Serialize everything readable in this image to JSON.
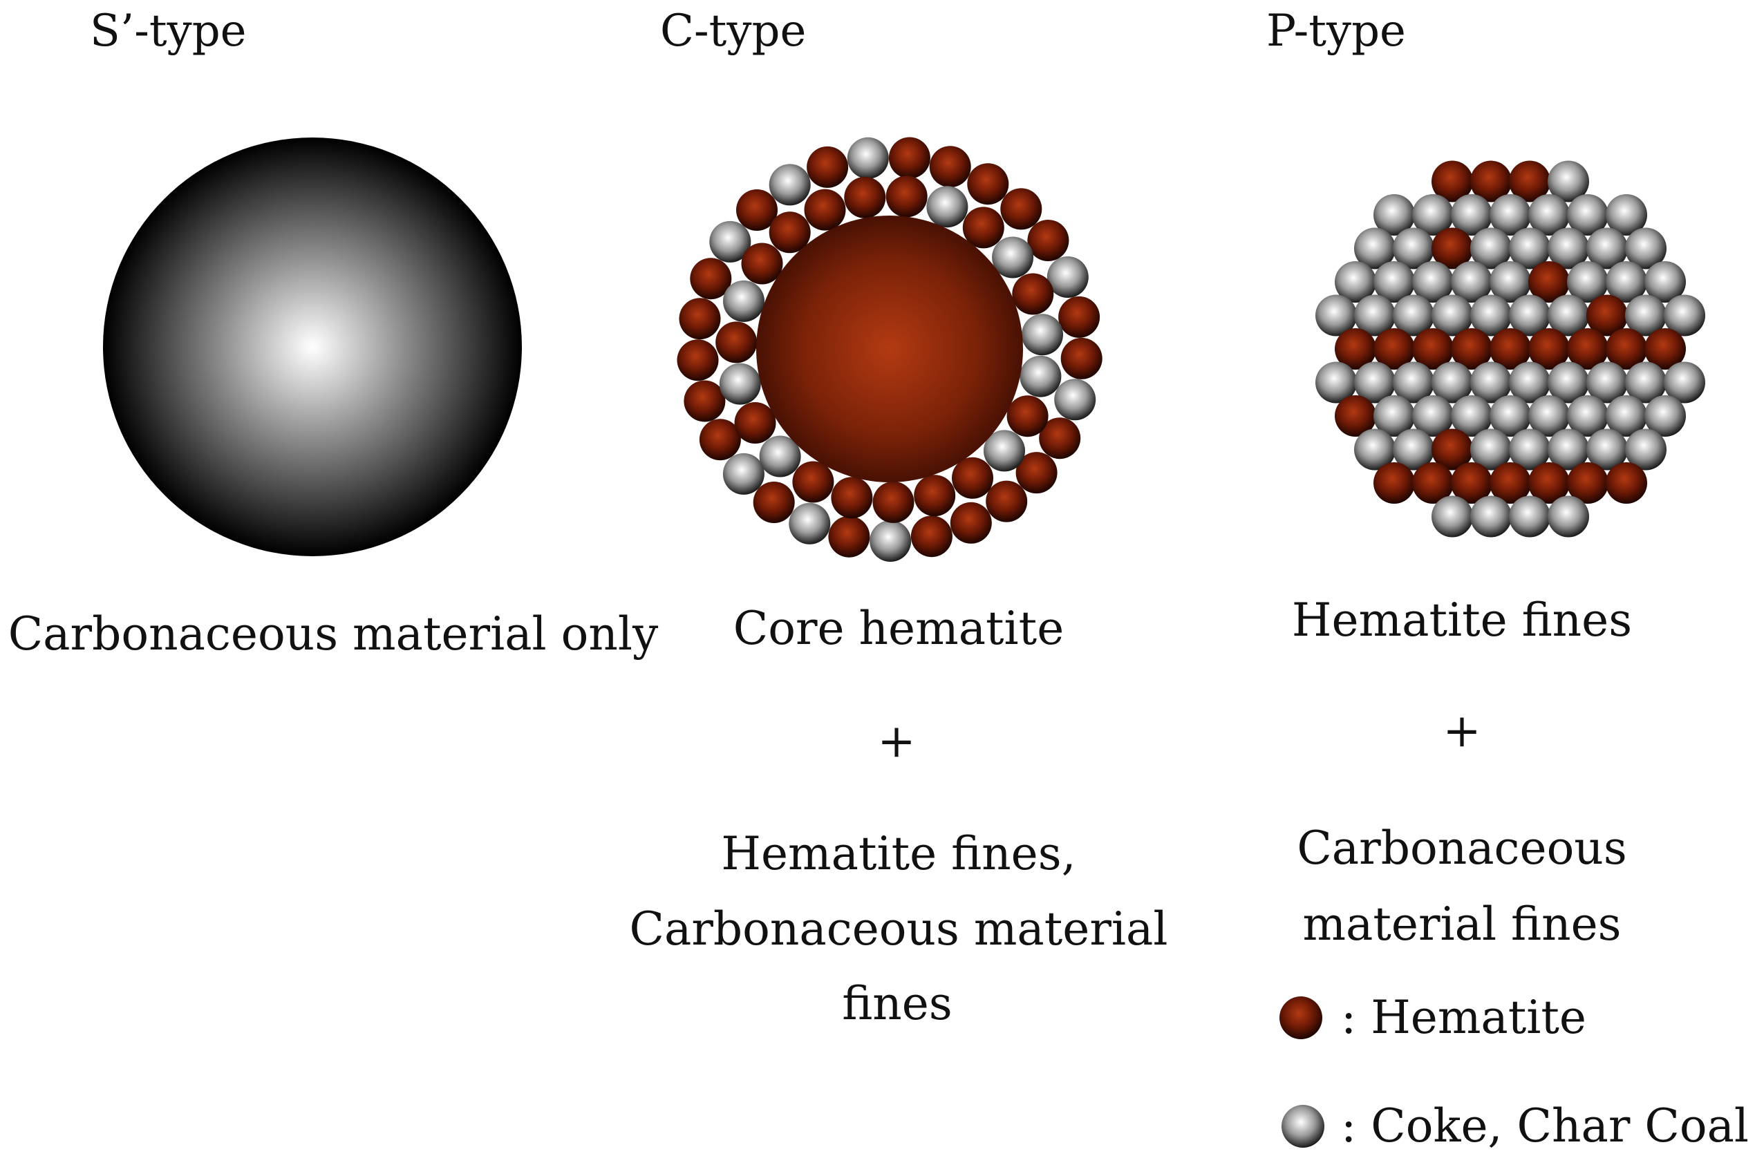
{
  "colors": {
    "hematite_light": "#b23a12",
    "hematite_mid": "#6e1a06",
    "hematite_dark": "#1e0500",
    "carbon_light": "#ffffff",
    "carbon_mid": "#9a9a9a",
    "carbon_dark": "#1a1a1a",
    "text": "#111111"
  },
  "panels": {
    "s": {
      "title": "S’-type",
      "caption": "Carbonaceous material only"
    },
    "c": {
      "title": "C-type",
      "caption_1": "Core hematite",
      "plus": "+",
      "caption_2": "Hematite fines,",
      "caption_3": "Carbonaceous material",
      "caption_4": "fines"
    },
    "p": {
      "title": "P-type",
      "caption_1": "Hematite fines",
      "plus": "+",
      "caption_2": "Carbonaceous",
      "caption_3": "material fines"
    }
  },
  "legend": {
    "hematite_label": ": Hematite",
    "carbon_label": ": Coke, Char Coal",
    "hematite_icon": "hematite-particle",
    "carbon_icon": "carbon-particle"
  }
}
